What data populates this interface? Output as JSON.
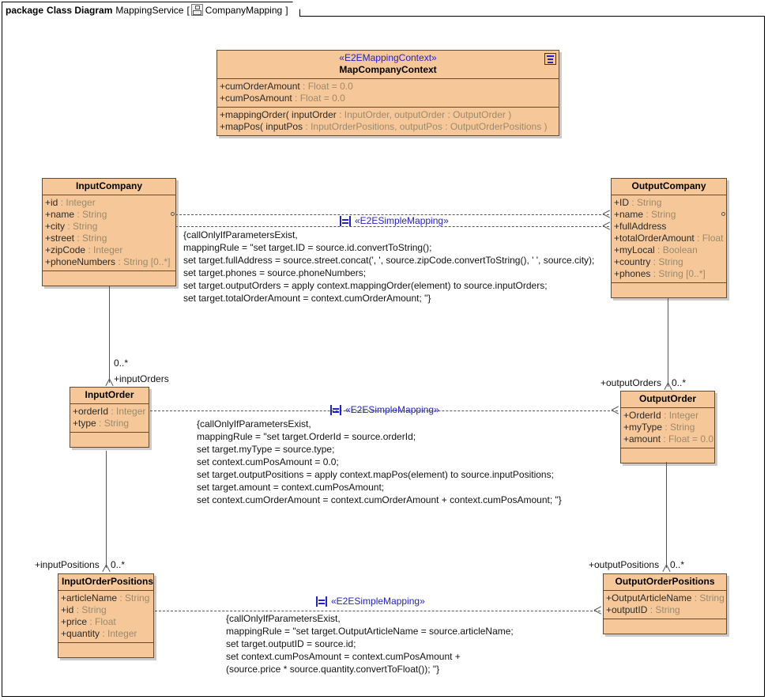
{
  "package_header": {
    "keyword": "package",
    "kind": "Class Diagram",
    "name": "MappingService",
    "bracket_open": "[",
    "icon": "diagram-icon",
    "qualifier": "CompanyMapping",
    "bracket_close": "]"
  },
  "classes": {
    "map_company_context": {
      "stereotype": "«E2EMappingContext»",
      "name": "MapCompanyContext",
      "attributes": [
        "+cumOrderAmount : Float = 0.0",
        "+cumPosAmount : Float = 0.0"
      ],
      "operations": [
        "+mappingOrder( inputOrder : InputOrder, outputOrder : OutputOrder )",
        "+mapPos( inputPos : InputOrderPositions, outputPos : OutputOrderPositions )"
      ]
    },
    "input_company": {
      "name": "InputCompany",
      "attributes": [
        "+id : Integer",
        "+name : String",
        "+city : String",
        "+street : String",
        "+zipCode : Integer",
        "+phoneNumbers : String [0..*]"
      ]
    },
    "output_company": {
      "name": "OutputCompany",
      "attributes": [
        "+ID : String",
        "+name : String",
        "+fullAddress",
        "+totalOrderAmount : Float",
        "+myLocal : Boolean",
        "+country : String",
        "+phones : String [0..*]"
      ]
    },
    "input_order": {
      "name": "InputOrder",
      "attributes": [
        "+orderId : Integer",
        "+type : String"
      ]
    },
    "output_order": {
      "name": "OutputOrder",
      "attributes": [
        "+OrderId : Integer",
        "+myType : String",
        "+amount : Float = 0.0"
      ]
    },
    "input_order_positions": {
      "name": "InputOrderPositions",
      "attributes": [
        "+articleName : String",
        "+id : String",
        "+price : Float",
        "+quantity : Integer"
      ]
    },
    "output_order_positions": {
      "name": "OutputOrderPositions",
      "attributes": [
        "+OutputArticleName : String",
        "+outputID : String"
      ]
    }
  },
  "mappings": {
    "company": {
      "stereotype": "«E2ESimpleMapping»",
      "icon": "mapping-icon",
      "lines": [
        "{callOnlyIfParametersExist,",
        "mappingRule = \"set target.ID = source.id.convertToString();",
        "set target.fullAddress = source.street.concat(', ', source.zipCode.convertToString(), ' ', source.city);",
        "set target.phones = source.phoneNumbers;",
        "set target.outputOrders = apply context.mappingOrder(element) to source.inputOrders;",
        "set target.totalOrderAmount = context.cumOrderAmount; \"}"
      ]
    },
    "order": {
      "stereotype": "«E2ESimpleMapping»",
      "icon": "mapping-icon",
      "lines": [
        "{callOnlyIfParametersExist,",
        "mappingRule = \"set target.OrderId = source.orderId;",
        "set target.myType = source.type;",
        "set context.cumPosAmount = 0.0;",
        "set target.outputPositions = apply context.mapPos(element) to source.inputPositions;",
        "set target.amount = context.cumPosAmount;",
        "set context.cumOrderAmount = context.cumOrderAmount + context.cumPosAmount; \"}"
      ]
    },
    "positions": {
      "stereotype": "«E2ESimpleMapping»",
      "icon": "mapping-icon",
      "lines": [
        "{callOnlyIfParametersExist,",
        "mappingRule = \"set target.OutputArticleName = source.articleName;",
        "set target.outputID = source.id;",
        "set context.cumPosAmount = context.cumPosAmount +",
        "(source.price * source.quantity.convertToFloat()); \"}"
      ]
    }
  },
  "associations": {
    "input_orders_mult": "0..*",
    "input_orders_role": "+inputOrders",
    "output_orders_role": "+outputOrders",
    "output_orders_mult": "0..*",
    "input_positions_role": "+inputPositions",
    "input_positions_mult": "0..*",
    "output_positions_role": "+outputPositions",
    "output_positions_mult": "0..*"
  },
  "colors": {
    "class_fill": "#f6c899",
    "class_border": "#6b4a2a",
    "stereotype_blue": "#2222cc",
    "line_gray": "#555555"
  }
}
